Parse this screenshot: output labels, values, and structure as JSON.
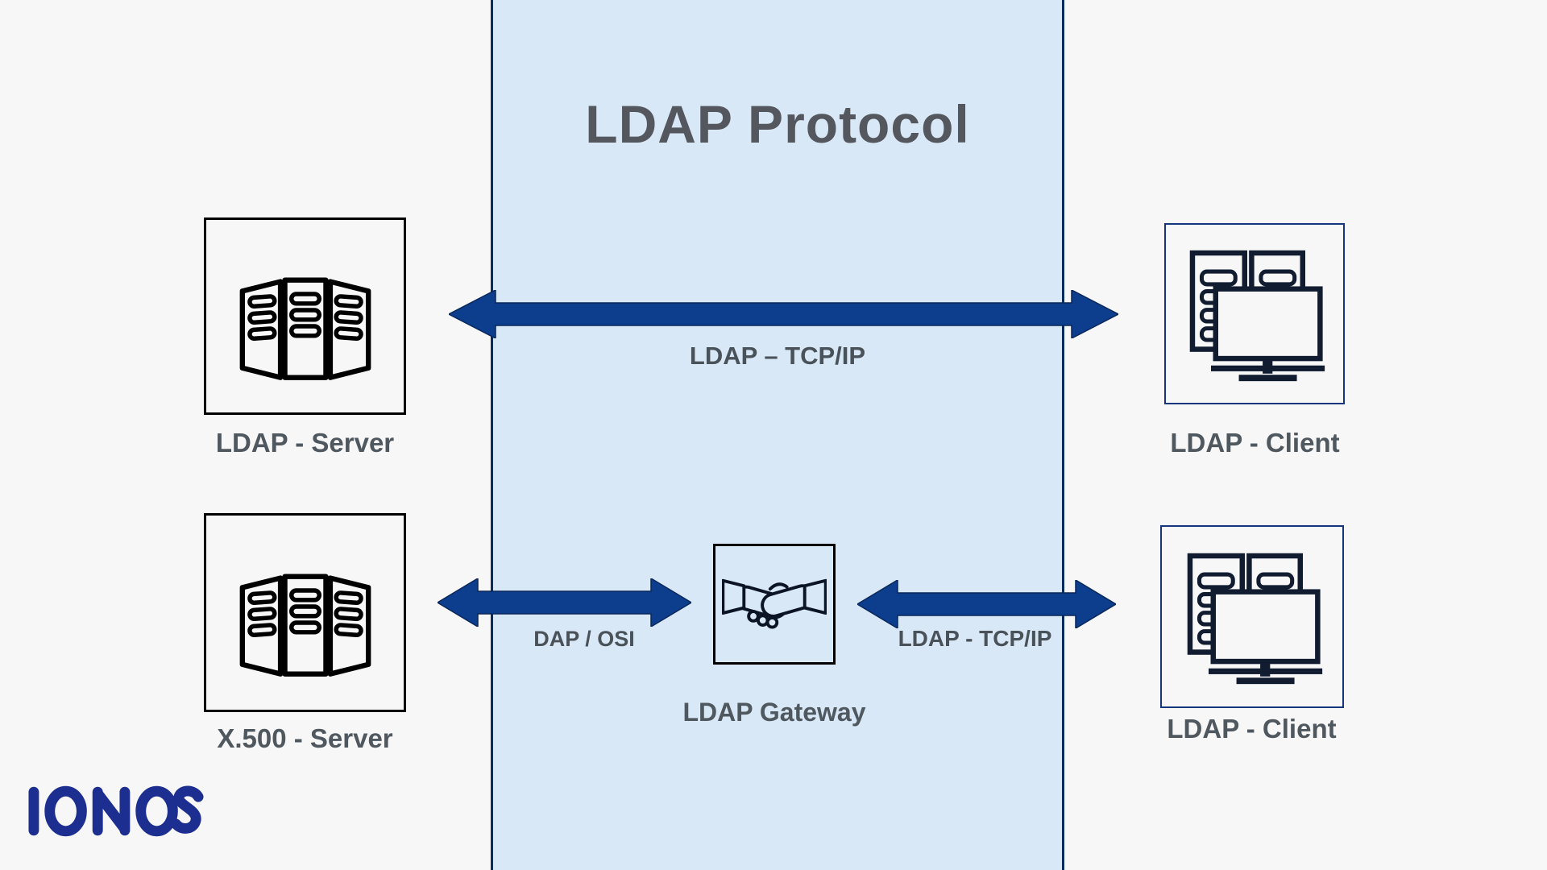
{
  "diagram": {
    "title": "LDAP Protocol",
    "nodes": {
      "ldap_server": {
        "label": "LDAP - Server",
        "icon": "server-rack-icon"
      },
      "x500_server": {
        "label": "X.500 - Server",
        "icon": "server-rack-icon"
      },
      "ldap_client_top": {
        "label": "LDAP - Client",
        "icon": "workstation-icon"
      },
      "ldap_client_bottom": {
        "label": "LDAP - Client",
        "icon": "workstation-icon"
      },
      "gateway": {
        "label": "LDAP Gateway",
        "icon": "handshake-icon"
      }
    },
    "connections": {
      "top": {
        "label": "LDAP – TCP/IP",
        "from": "LDAP - Server",
        "to": "LDAP - Client",
        "direction": "bidirectional"
      },
      "bottom_left": {
        "label": "DAP / OSI",
        "from": "X.500 - Server",
        "to": "LDAP Gateway",
        "direction": "bidirectional"
      },
      "bottom_right": {
        "label": "LDAP - TCP/IP",
        "from": "LDAP Gateway",
        "to": "LDAP - Client",
        "direction": "bidirectional"
      }
    }
  },
  "branding": {
    "logo_text": "IONOS"
  },
  "colors": {
    "background": "#f7f7f7",
    "panel_fill": "#d9e8f7",
    "panel_border": "#0a2c5a",
    "arrow_fill": "#0d3e8d",
    "arrow_edge": "#09275a",
    "server_box_border": "#000000",
    "client_box_border": "#16367c",
    "label_text": "#4f575f",
    "title_text": "#54585e",
    "logo_blue": "#1c2e8f"
  }
}
